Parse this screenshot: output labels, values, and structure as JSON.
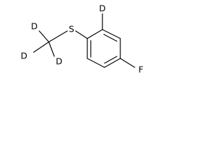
{
  "molecule": {
    "atoms": {
      "sulfur": "S",
      "ortho_deuterium": "D",
      "fluorine": "F",
      "methyl_deuterium_top": "D",
      "methyl_deuterium_left": "D",
      "methyl_deuterium_bottom": "D"
    }
  }
}
